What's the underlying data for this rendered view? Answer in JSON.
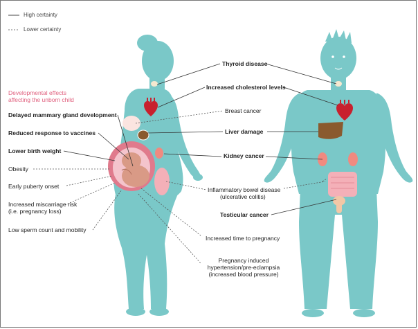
{
  "legend": {
    "high": "High certainty",
    "low": "Lower certainty"
  },
  "heading": {
    "line1": "Developmental effects",
    "line2": "affecting the unborn child"
  },
  "left_labels": {
    "mammary": "Delayed mammary gland development",
    "vaccines": "Reduced response to vaccines",
    "birth_weight": "Lower birth weight",
    "obesity": "Obesity",
    "puberty": "Early puberty onset",
    "miscarriage1": "Increased miscarriage risk",
    "miscarriage2": "(i.e. pregnancy loss)",
    "sperm": "Low sperm count and mobility"
  },
  "center_labels": {
    "thyroid": "Thyroid disease",
    "cholesterol": "Increased cholesterol levels",
    "breast": "Breast cancer",
    "liver": "Liver damage",
    "kidney": "Kidney cancer",
    "ibd1": "Inflammatory bowel disease",
    "ibd2": "(ulcerative colitis)",
    "testicular": "Testicular cancer",
    "time_preg": "Increased time to pregnancy",
    "hyper1": "Pregnancy induced",
    "hyper2": "hypertension/pre-eclampsia",
    "hyper3": "(increased blood pressure)"
  },
  "colors": {
    "body": "#7ac8c8",
    "heart": "#c8202e",
    "liver": "#8a5a2e",
    "kidney": "#f08a80",
    "intestine": "#f4b0b8",
    "womb": "#e07a8c",
    "fetus": "#d99a86",
    "heading": "#e0607e"
  }
}
